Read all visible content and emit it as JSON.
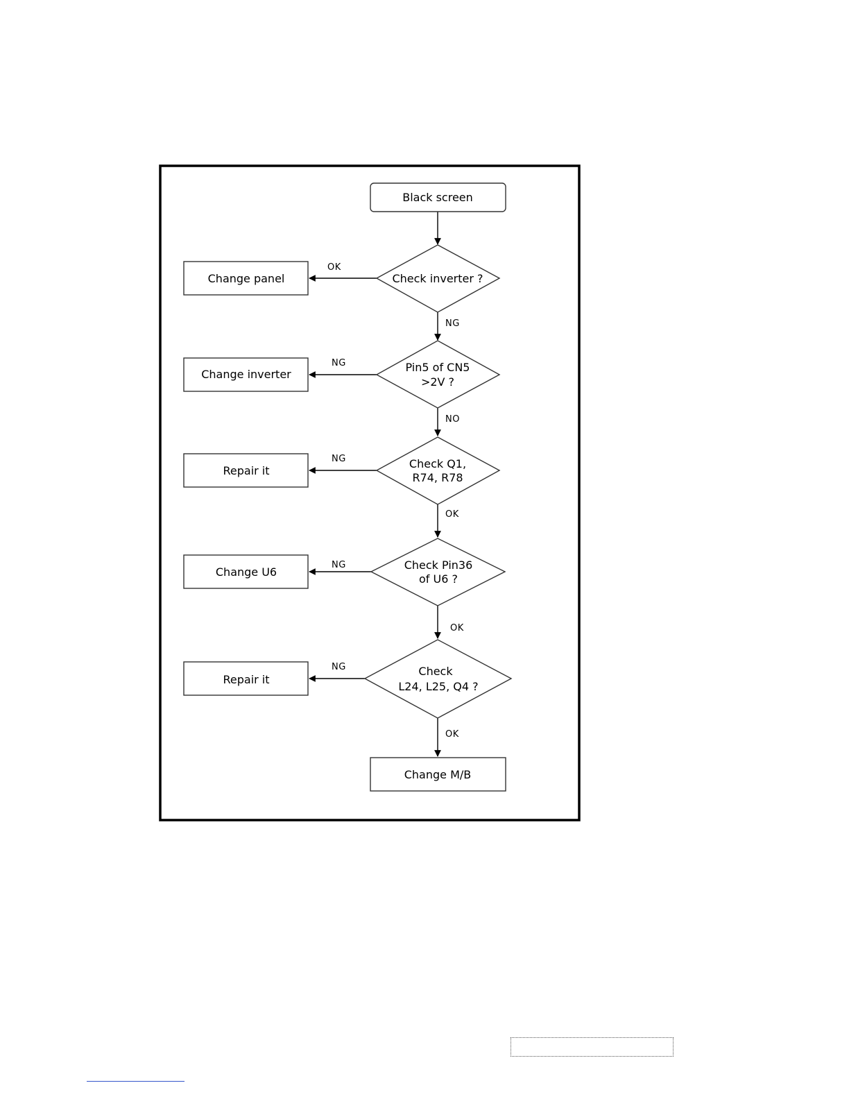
{
  "nodes": {
    "black_screen": "Black screen",
    "check_inverter": "Check inverter ?",
    "change_panel": "Change panel",
    "pin5_line1": "Pin5 of CN5",
    "pin5_line2": ">2V ?",
    "change_inverter": "Change inverter",
    "check_q1_line1": "Check Q1,",
    "check_q1_line2": "R74, R78",
    "repair_it_1": "Repair it",
    "check_pin36_line1": "Check Pin36",
    "check_pin36_line2": "of U6 ?",
    "change_u6": "Change U6",
    "check_l24_line1": "Check",
    "check_l24_line2": "L24, L25, Q4 ?",
    "repair_it_2": "Repair it",
    "change_mb": "Change M/B"
  },
  "edges": {
    "inverter_to_panel": "OK",
    "inverter_to_pin5": "NG",
    "pin5_to_change_inverter": "NG",
    "pin5_to_q1": "NO",
    "q1_to_repair": "NG",
    "q1_to_pin36": "OK",
    "pin36_to_u6": "NG",
    "pin36_to_l24": "OK",
    "l24_to_repair": "NG",
    "l24_to_mb": "OK"
  }
}
